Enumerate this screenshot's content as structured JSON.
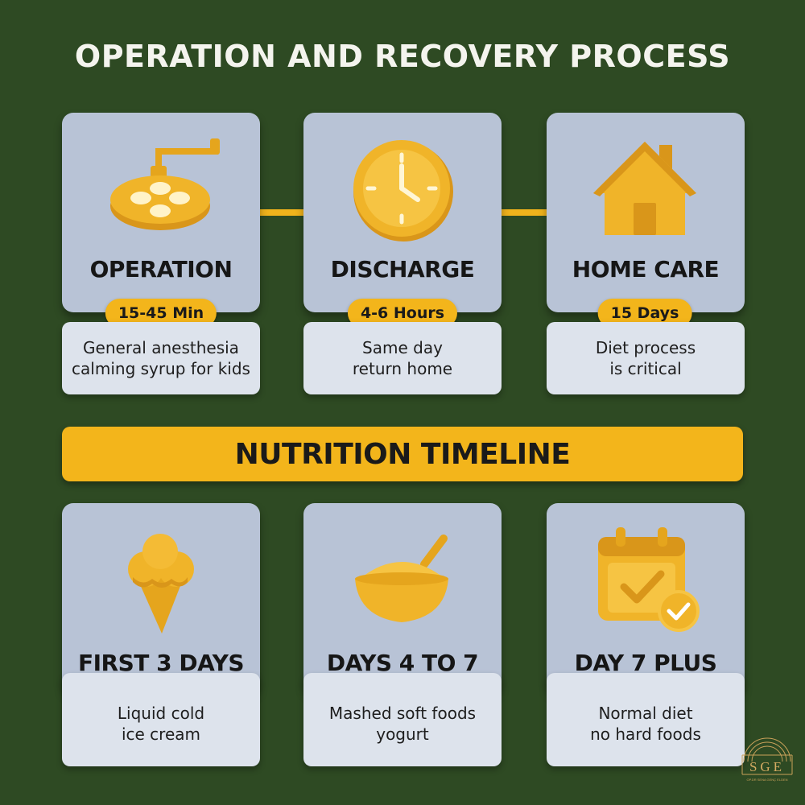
{
  "title": "OPERATION AND RECOVERY PROCESS",
  "colors": {
    "background": "#2e4a23",
    "accent": "#f3b51b",
    "card": "#b8c3d6",
    "subcard": "#dde3ec",
    "icon": "#f0b429"
  },
  "process_steps": [
    {
      "icon": "surgical-lamp-icon",
      "label": "OPERATION",
      "badge": "15-45 Min",
      "lines": [
        "General anesthesia",
        "calming syrup for kids"
      ]
    },
    {
      "icon": "clock-icon",
      "label": "DISCHARGE",
      "badge": "4-6 Hours",
      "lines": [
        "Same day",
        "return home"
      ]
    },
    {
      "icon": "house-icon",
      "label": "HOME CARE",
      "badge": "15 Days",
      "lines": [
        "Diet process",
        "is critical"
      ]
    }
  ],
  "nutrition_title": "NUTRITION TIMELINE",
  "nutrition_steps": [
    {
      "icon": "ice-cream-icon",
      "label": "FIRST 3 DAYS",
      "lines": [
        "Liquid cold",
        "ice cream"
      ]
    },
    {
      "icon": "bowl-icon",
      "label": "DAYS 4 TO 7",
      "lines": [
        "Mashed soft foods",
        "yogurt"
      ]
    },
    {
      "icon": "calendar-check-icon",
      "label": "DAY 7 PLUS",
      "lines": [
        "Normal diet",
        "no hard foods"
      ]
    }
  ],
  "logo": {
    "letters": "SGE",
    "subtitle": "OP.DR SENA GENÇ ELDEN"
  }
}
